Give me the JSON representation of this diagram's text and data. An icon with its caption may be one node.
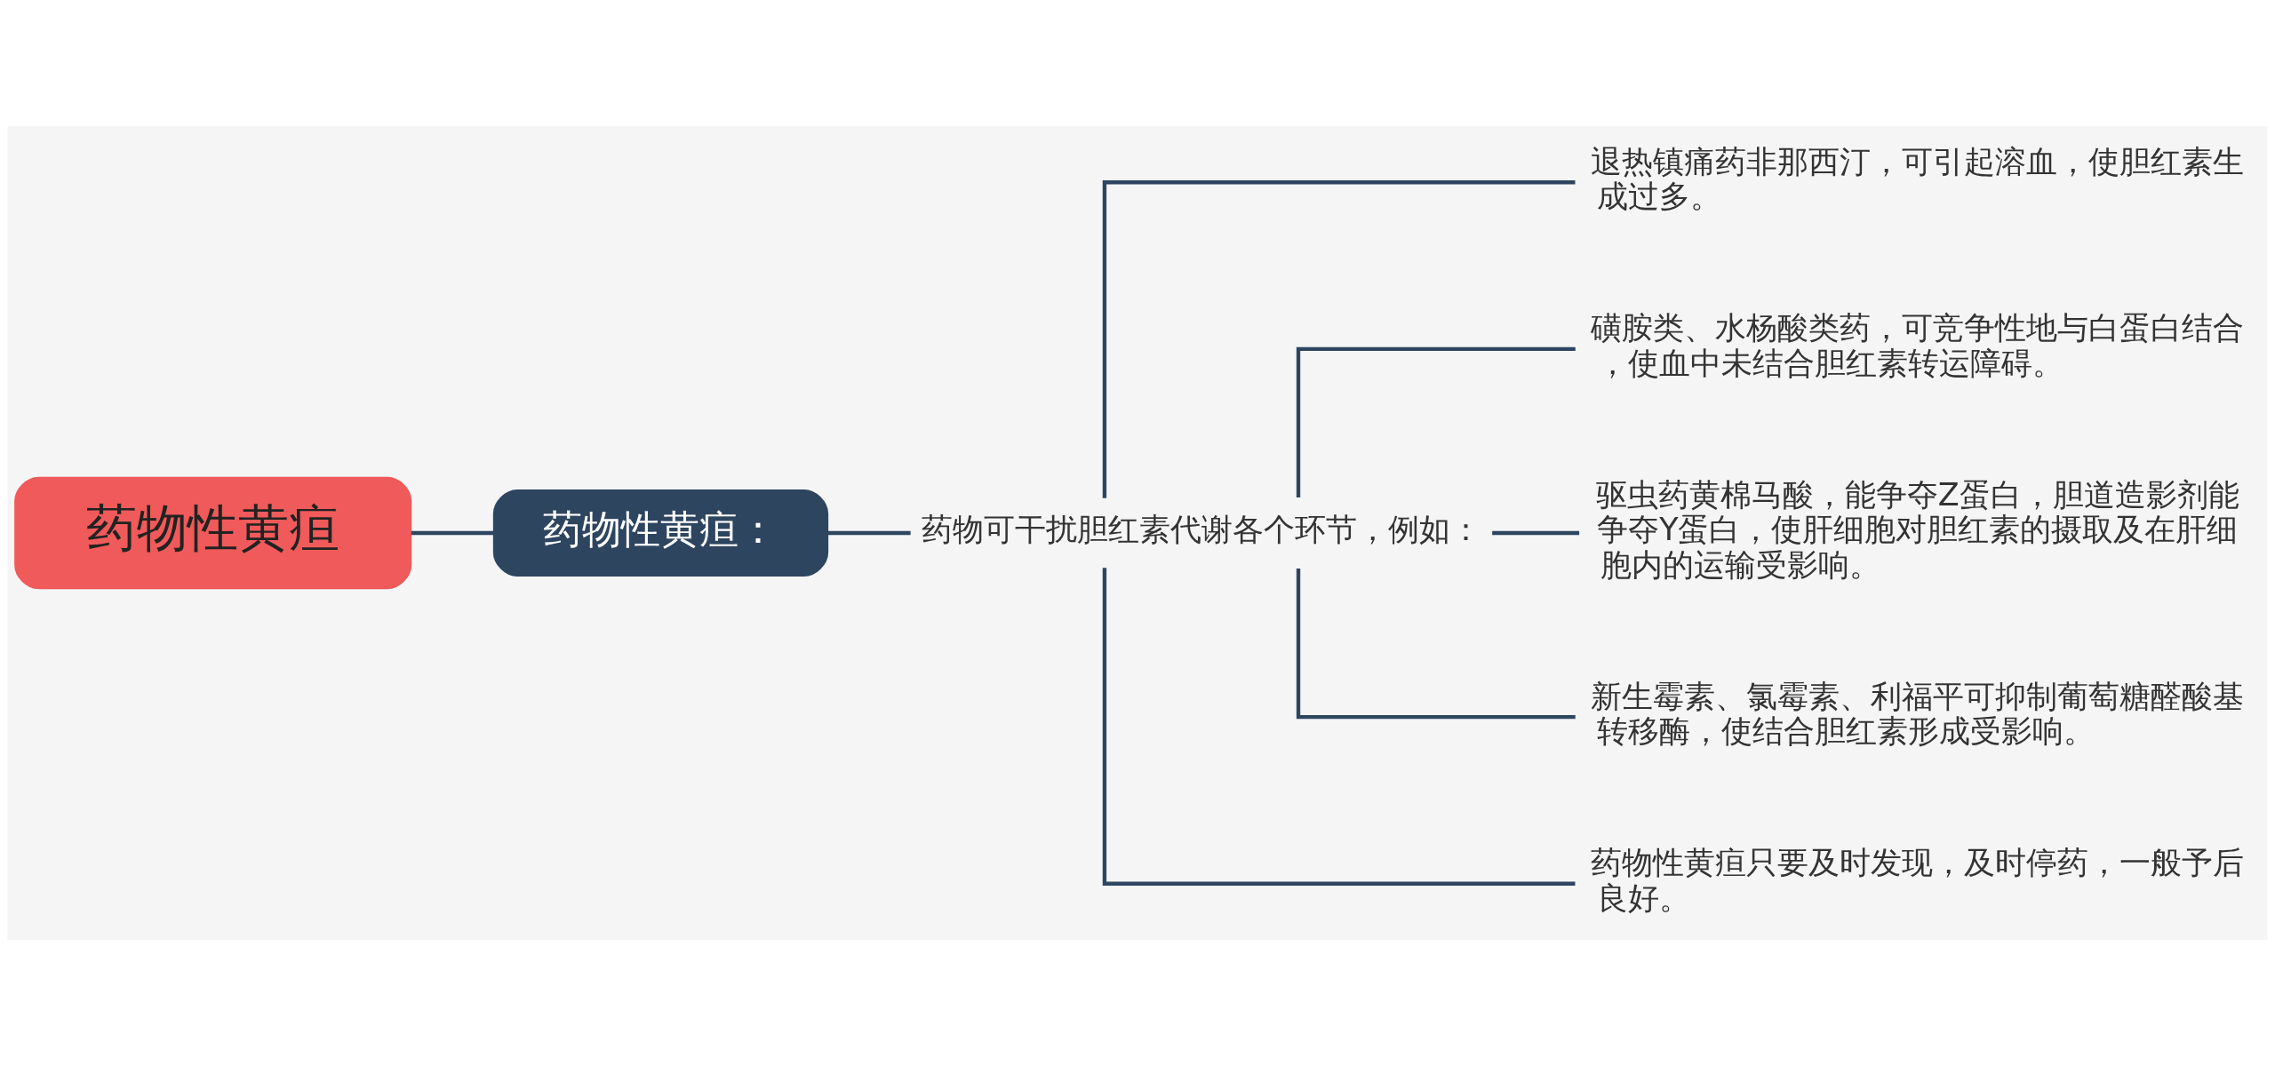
{
  "diagram": {
    "nodes": [
      {
        "text": [
          "药物性黄疸"
        ]
      },
      {
        "text": [
          "药物性黄疸："
        ]
      },
      {
        "text": [
          "药物可干扰胆红素代谢各个环节，例如："
        ]
      },
      {
        "text": [
          "退热镇痛药非那西汀，可引起溶血，使胆红素生成过多。"
        ]
      },
      {
        "text": [
          "磺胺类、水杨酸类药，可竞争性地与白蛋白结合，使血中未结合胆红素转运障碍。"
        ]
      },
      {
        "text": [
          "驱虫药黄棉马酸，能争夺Z蛋白，胆道造影剂能争夺Y蛋白，使肝细胞对胆红素的摄取及在肝细胞内的运输受影响。"
        ]
      },
      {
        "text": [
          "新生霉素、氯霉素、利福平可抑制葡萄糖醛酸基转移酶，使结合胆红素形成受影响。"
        ]
      },
      {
        "text": [
          "药物性黄疸只要及时发现，及时停药，一般予后良好。"
        ]
      }
    ],
    "edges": [
      {
        "from": 0,
        "to": 1,
        "arrow": "none"
      },
      {
        "from": 1,
        "to": 2,
        "arrow": "none"
      },
      {
        "from": 2,
        "to": 3,
        "arrow": "none"
      },
      {
        "from": 2,
        "to": 4,
        "arrow": "none"
      },
      {
        "from": 2,
        "to": 5,
        "arrow": "none"
      },
      {
        "from": 2,
        "to": 6,
        "arrow": "none"
      },
      {
        "from": 2,
        "to": 7,
        "arrow": "none"
      }
    ]
  }
}
